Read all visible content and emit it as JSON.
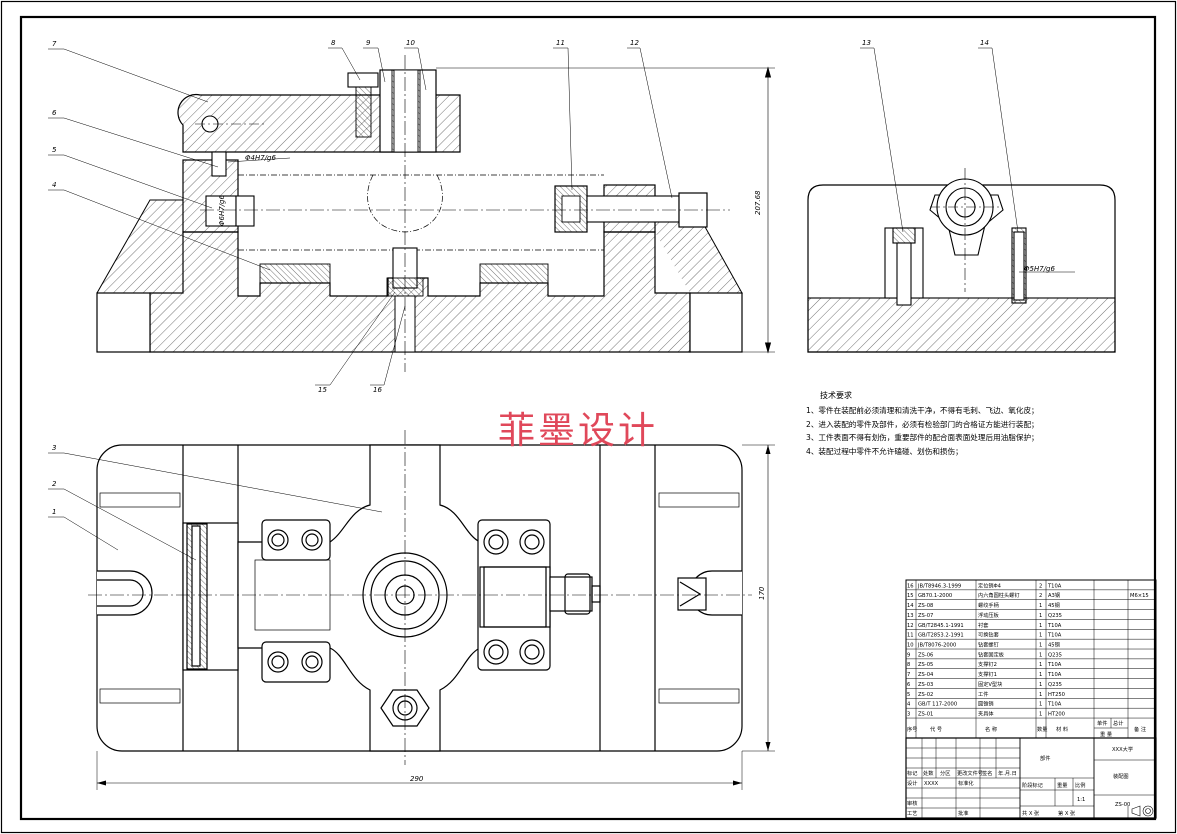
{
  "watermark": "菲墨设计",
  "tech": {
    "title": "技术要求",
    "lines": [
      "1、零件在装配前必须清理和清洗干净，不得有毛刺、飞边、氧化皮；",
      "2、进入装配的零件及部件，必须有检验部门的合格证方能进行装配；",
      "3、工件表面不得有划伤，重要部件的配合面表面处理后用油脂保护；",
      "4、装配过程中零件不允许磕碰、划伤和损伤；"
    ]
  },
  "balloons": {
    "b1": "1",
    "b2": "2",
    "b3": "3",
    "b4": "4",
    "b5": "5",
    "b6": "6",
    "b7": "7",
    "b8": "8",
    "b9": "9",
    "b10": "10",
    "b11": "11",
    "b12": "12",
    "b13": "13",
    "b14": "14",
    "b15": "15",
    "b16": "16"
  },
  "dims": {
    "front_height": "207.68",
    "plan_height": "170",
    "plan_width": "290",
    "fit1": "Φ4H7/g6",
    "fit2": "Φ6H7/g6",
    "fit3": "Φ5H7/g6"
  },
  "bom": {
    "rows": [
      [
        "16",
        "JB/T8946.3-1999",
        "定位销Φ4",
        "2",
        "T10A",
        ""
      ],
      [
        "15",
        "GB70.1-2000",
        "内六角圆柱头螺钉",
        "2",
        "A3钢",
        "M6×15"
      ],
      [
        "14",
        "ZS-08",
        "螺纹手柄",
        "1",
        "45钢",
        ""
      ],
      [
        "13",
        "ZS-07",
        "浮动压板",
        "1",
        "Q235",
        ""
      ],
      [
        "12",
        "GB/T2845.1-1991",
        "衬套",
        "1",
        "T10A",
        ""
      ],
      [
        "11",
        "GB/T2853.2-1991",
        "可换钻套",
        "1",
        "T10A",
        ""
      ],
      [
        "10",
        "JB/T8076-2000",
        "钻套螺钉",
        "1",
        "45钢",
        ""
      ],
      [
        "9",
        "ZS-06",
        "钻套固定板",
        "1",
        "Q235",
        ""
      ],
      [
        "8",
        "ZS-05",
        "支撑钉2",
        "1",
        "T10A",
        ""
      ],
      [
        "7",
        "ZS-04",
        "支撑钉1",
        "1",
        "T10A",
        ""
      ],
      [
        "6",
        "ZS-03",
        "固定V型块",
        "1",
        "Q235",
        ""
      ],
      [
        "5",
        "ZS-02",
        "工件",
        "1",
        "HT250",
        ""
      ],
      [
        "4",
        "GB/T 117-2000",
        "圆锥销",
        "1",
        "T10A",
        ""
      ],
      [
        "3",
        "ZS-01",
        "夹具体",
        "1",
        "HT200",
        ""
      ]
    ],
    "header": {
      "no": "序号",
      "code": "代    号",
      "name": "名    称",
      "qty": "数量",
      "material": "材    料",
      "single": "单件",
      "total": "总计",
      "weight": "重    量",
      "remark": "备 注"
    }
  },
  "title_block": {
    "company": "XXX大学",
    "drawing_name": "装配图",
    "drawing_no": "ZS-00",
    "part_label": "部件",
    "scale_label": "比例",
    "scale": "1:1",
    "stage_label": "阶段标记",
    "weight_label": "重量",
    "sheet_total": "共 X 张",
    "sheet_no": "第 X 张",
    "mark_label": "标记",
    "count_label": "处数",
    "zone_label": "分区",
    "change_label": "更改文件号",
    "sign_label": "签名",
    "date_label": "年.月.日",
    "design_label": "设计",
    "design_name": "XXXX",
    "std_label": "标准化",
    "review_label": "审核",
    "process_label": "工艺",
    "approve_label": "批准"
  }
}
